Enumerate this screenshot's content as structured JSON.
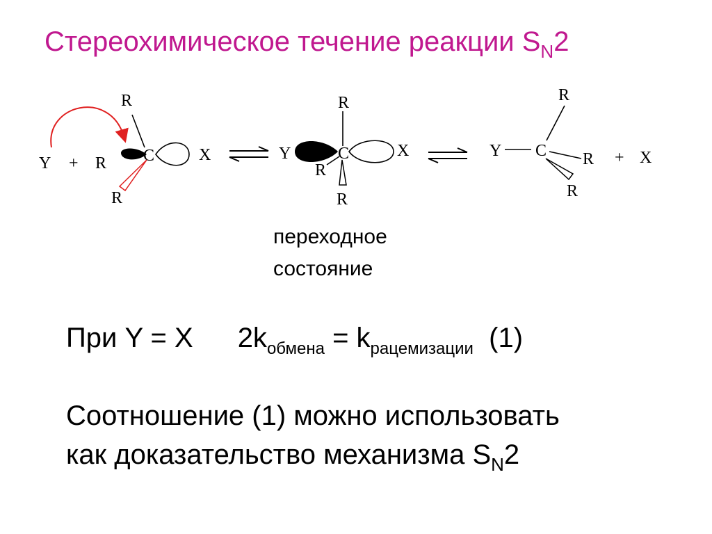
{
  "slide": {
    "title": {
      "main": "Стереохимическое течение реакции S",
      "subscript": "N",
      "tail": "2",
      "color": "#c0188f"
    },
    "scheme": {
      "arrow_color": "#e02020",
      "reactants": {
        "nucleophile": "Y",
        "plus": "+",
        "left_r": "R",
        "carbon": "C",
        "leaving": "X",
        "top_r": "R",
        "bottom_r": "R"
      },
      "transition_state": {
        "nucleophile": "Y",
        "carbon": "C",
        "leaving": "X",
        "top_r": "R",
        "mid_r": "R",
        "bottom_r": "R",
        "caption_line1": "переходное",
        "caption_line2": "состояние"
      },
      "products": {
        "nucleophile": "Y",
        "carbon": "C",
        "top_r": "R",
        "right_r": "R",
        "bottom_r": "R",
        "plus": "+",
        "leaving": "X"
      }
    },
    "equation": {
      "condition": "При Y = X",
      "coef": "2k",
      "sub1": "обмена",
      "equals": " = k",
      "sub2": "рацемизации",
      "tag": "(1)"
    },
    "conclusion": {
      "line1": "Соотношение (1) можно использовать",
      "line2_main": "как доказательство механизма S",
      "line2_sub": "N",
      "line2_tail": "2"
    }
  }
}
